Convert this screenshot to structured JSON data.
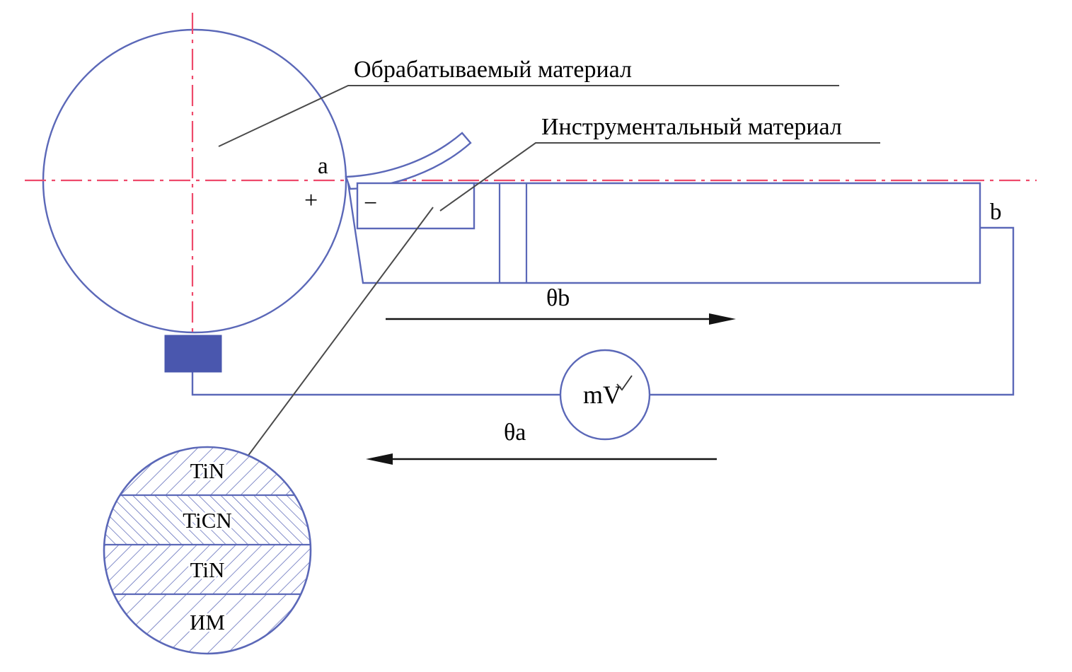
{
  "labels": {
    "workpiece": "Обрабатываемый материал",
    "tool_material": "Инструментальный материал",
    "contact_a": "a",
    "contact_b": "b",
    "polarity_plus": "+",
    "polarity_minus": "−",
    "temp_theta_b": "θb",
    "temp_theta_a": "θa",
    "millivoltmeter": "mV"
  },
  "coating_layers": [
    "TiN",
    "TiCN",
    "TiN",
    "ИМ"
  ],
  "colors": {
    "outline": "#5b68b8",
    "centerline": "#ee4a6b",
    "contact-fill": "#4a57ae",
    "leader": "#4a4a4a",
    "arrow": "#141414",
    "text": "#000000",
    "canvas": "#ffffff"
  }
}
